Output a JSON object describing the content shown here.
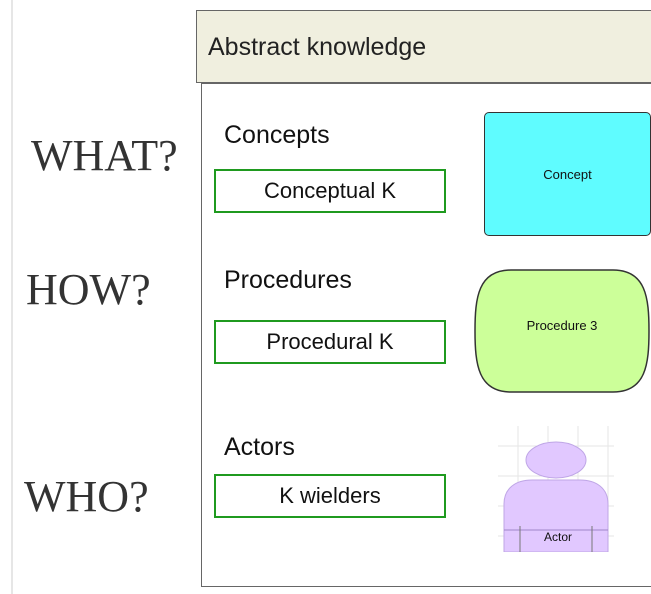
{
  "header": {
    "title": "Abstract knowledge"
  },
  "questions": {
    "what": "WHAT?",
    "how": "HOW?",
    "who": "WHO?"
  },
  "rows": {
    "concepts": {
      "label": "Concepts",
      "box": "Conceptual K",
      "shape_label": "Concept",
      "shape_color": "#5ffcff"
    },
    "procedures": {
      "label": "Procedures",
      "box": "Procedural K",
      "shape_label": "Procedure 3",
      "shape_color": "#ccff99"
    },
    "actors": {
      "label": "Actors",
      "box": "K wielders",
      "shape_label": "Actor",
      "shape_color": "#e1c8ff"
    }
  },
  "colors": {
    "box_border": "#1f9a1f",
    "header_bg": "#f0efdf"
  }
}
